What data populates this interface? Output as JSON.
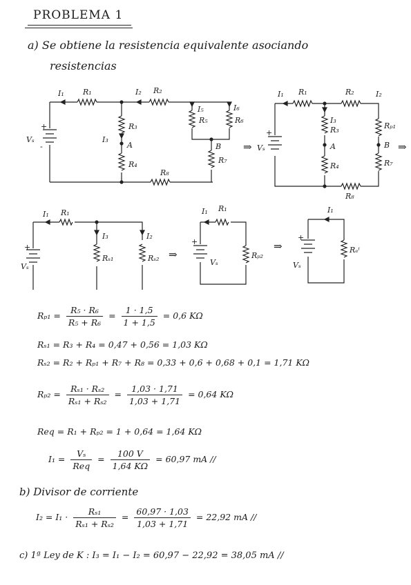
{
  "title": "PROBLEMA 1",
  "part_a": {
    "line1": "a) Se obtiene la resistencia equivalente asociando",
    "line2": "resistencias"
  },
  "circuit_labels": {
    "I1": "I₁",
    "R1": "R₁",
    "I2": "I₂",
    "R2": "R₂",
    "I3": "I₃",
    "R3": "R₃",
    "R4": "R₄",
    "R5": "R₅",
    "R6": "R₆",
    "R7": "R₇",
    "R8": "R₈",
    "I5": "I₅",
    "I6": "I₆",
    "A": "A",
    "B": "B",
    "Vs": "Vₛ",
    "Rp1": "Rₚ₁",
    "Rs1": "Rₛ₁",
    "Rs2": "Rₛ₂",
    "Rp2": "Rₚ₂",
    "Req": "Rₑⁱ",
    "plus": "+",
    "minus": "-",
    "arrow": "⇒"
  },
  "equations": {
    "rp1": {
      "lhs": "Rₚ₁ =",
      "num1": "R₅ · R₆",
      "den1": "R₅ + R₆",
      "num2": "1 · 1,5",
      "den2": "1 + 1,5",
      "result": "= 0,6 KΩ"
    },
    "rs1": "Rₛ₁ = R₃ + R₄ = 0,47 + 0,56 = 1,03 KΩ",
    "rs2": "Rₛ₂ = R₂ + Rₚ₁ + R₇ + R₈ = 0,33 + 0,6 + 0,68 + 0,1 = 1,71 KΩ",
    "rp2": {
      "lhs": "Rₚ₂ =",
      "num1": "Rₛ₁ · Rₛ₂",
      "den1": "Rₛ₁ + Rₛ₂",
      "num2": "1,03 · 1,71",
      "den2": "1,03 + 1,71",
      "result": "= 0,64 KΩ"
    },
    "req": "Req = R₁ + Rₚ₂ = 1 + 0,64 = 1,64 KΩ",
    "i1": {
      "lhs": "I₁ =",
      "num1": "Vₛ",
      "den1": "Req",
      "num2": "100 V",
      "den2": "1,64 KΩ",
      "result": "= 60,97 mA //"
    }
  },
  "part_b": {
    "heading": "b) Divisor de corriente",
    "eq": {
      "lhs": "I₂ = I₁ ·",
      "num1": "Rₛ₁",
      "den1": "Rₛ₁ + Rₛ₂",
      "num2": "60,97 · 1,03",
      "den2": "1,03 + 1,71",
      "result": "= 22,92 mA //"
    }
  },
  "part_c": {
    "text": "c) 1ª Ley de K :  I₃ = I₁ − I₂ = 60,97 − 22,92 = 38,05 mA //"
  }
}
